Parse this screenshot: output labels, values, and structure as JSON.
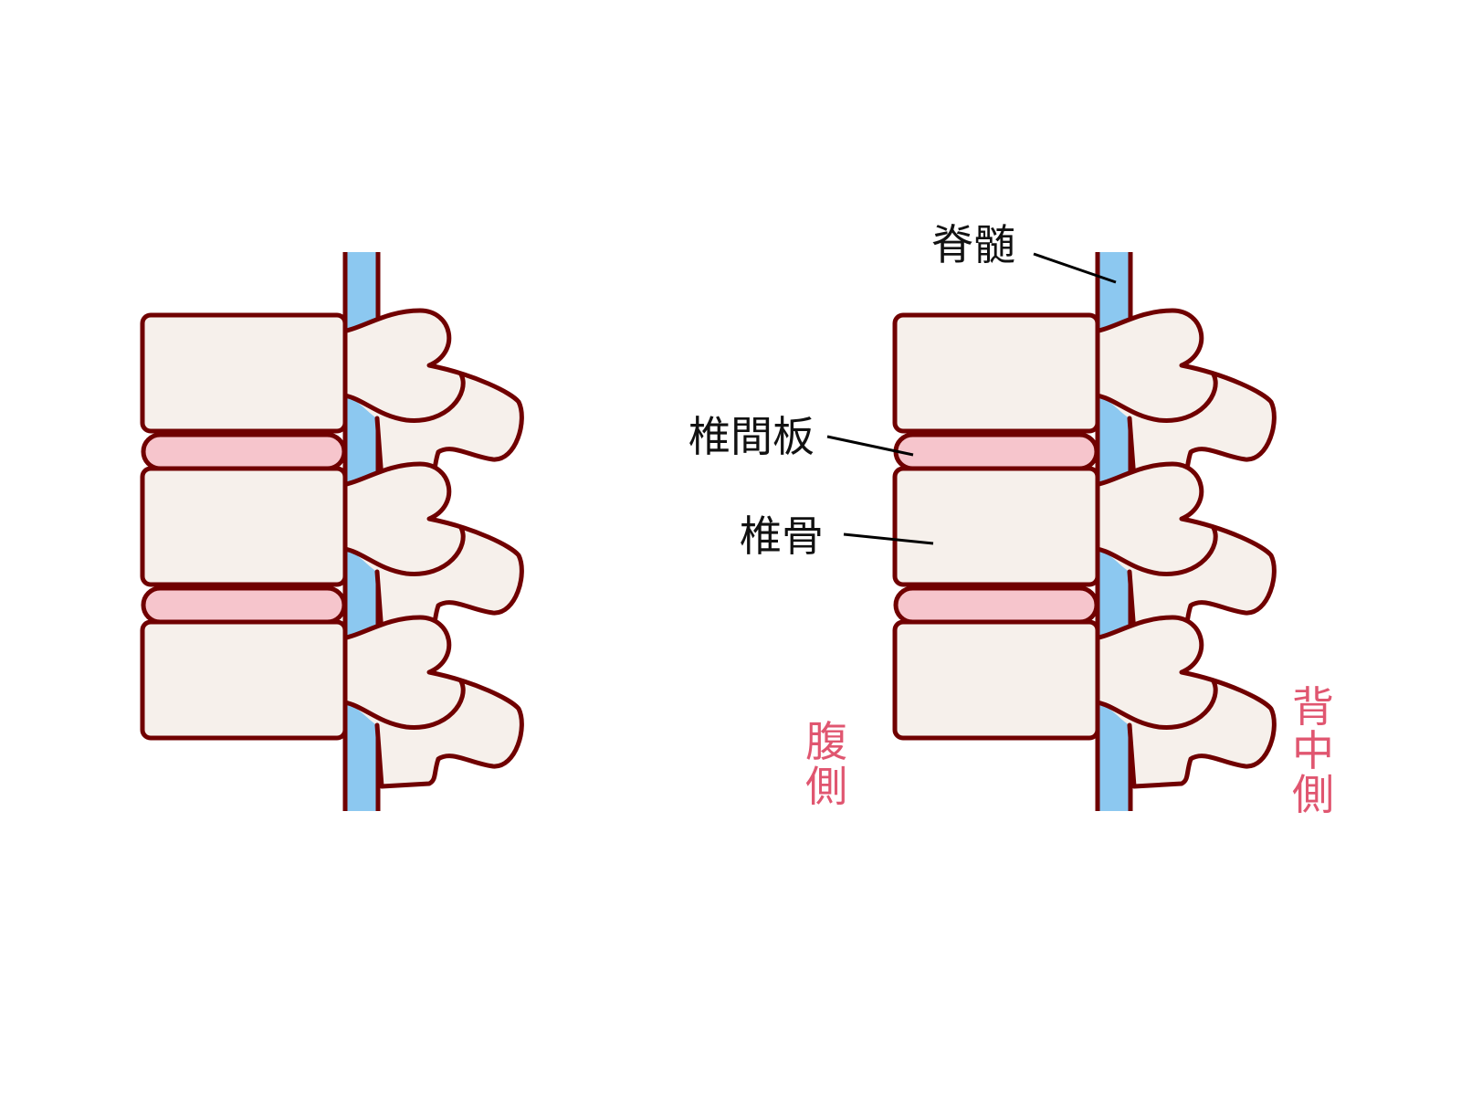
{
  "labels": {
    "spinal_cord": "脊髄",
    "intervertebral_disc": "椎間板",
    "vertebra": "椎骨",
    "ventral_side": [
      "腹",
      "側"
    ],
    "dorsal_side": [
      "背",
      "中",
      "側"
    ]
  },
  "colors": {
    "outline": "#700000",
    "bone": "#f6f0eb",
    "disc": "#f6c5cc",
    "cord": "#8cc8f0",
    "side_label": "#e05670",
    "text": "#111111"
  }
}
